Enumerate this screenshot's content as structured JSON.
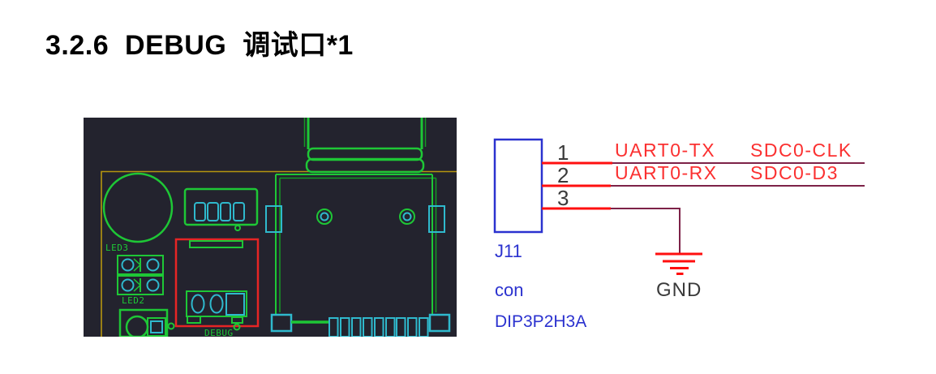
{
  "page": {
    "title": "3.2.6  DEBUG  调试口*1"
  },
  "pcb_view": {
    "labels": {
      "led3": "LED3",
      "led2": "LED2",
      "debug": "DEBUG"
    },
    "colors": {
      "background": "#23232e",
      "trace_green": "#1ec736",
      "pad_cyan": "#2fb9cd",
      "board_outline_yellow": "#b5950f",
      "highlight_red": "#e62525"
    }
  },
  "schematic": {
    "connector": {
      "refdes": "J11",
      "device": "con",
      "footprint": "DIP3P2H3A"
    },
    "pins": [
      {
        "number": "1",
        "net": "UART0-TX",
        "sd_net": "SDC0-CLK"
      },
      {
        "number": "2",
        "net": "UART0-RX",
        "sd_net": "SDC0-D3"
      },
      {
        "number": "3",
        "net": "GND"
      }
    ],
    "ground_label": "GND",
    "colors": {
      "symbol_blue": "#2b32cf",
      "wire_red": "#ff0f0f",
      "wire_maroon": "#7d2248",
      "net_text_red": "#fb3030",
      "pin_text_gray": "#3a3a3a"
    }
  }
}
